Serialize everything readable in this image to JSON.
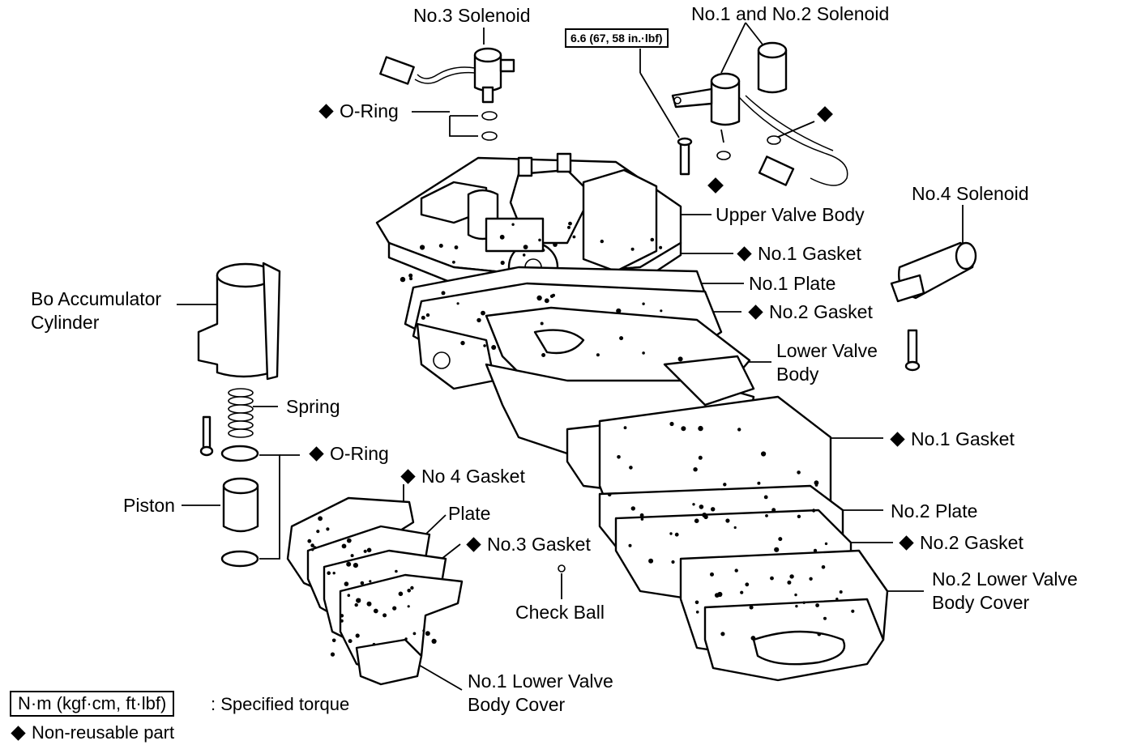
{
  "labels": {
    "no3_solenoid": "No.3 Solenoid",
    "no1_no2_solenoid": "No.1 and No.2 Solenoid",
    "torque_value": "6.6 (67, 58 in.·lbf)",
    "o_ring_top": "O-Ring",
    "upper_valve_body": "Upper Valve Body",
    "no4_solenoid": "No.4 Solenoid",
    "no1_gasket_upper": "No.1 Gasket",
    "no1_plate": "No.1 Plate",
    "no2_gasket_upper": "No.2 Gasket",
    "lower_valve_body_l1": "Lower Valve",
    "lower_valve_body_l2": "Body",
    "bo_accumulator_l1": "Bo Accumulator",
    "bo_accumulator_l2": "Cylinder",
    "spring": "Spring",
    "o_ring_lower": "O-Ring",
    "piston": "Piston",
    "no4_gasket": "No 4 Gasket",
    "plate": "Plate",
    "no3_gasket": "No.3 Gasket",
    "check_ball": "Check Ball",
    "no1_gasket_lower": "No.1 Gasket",
    "no2_plate": "No.2 Plate",
    "no2_gasket_lower": "No.2 Gasket",
    "no2_lower_cover_l1": "No.2 Lower Valve",
    "no2_lower_cover_l2": "Body Cover",
    "no1_lower_cover_l1": "No.1 Lower Valve",
    "no1_lower_cover_l2": "Body Cover"
  },
  "legend": {
    "torque_unit": "N·m (kgf·cm, ft·lbf)",
    "torque_desc": ": Specified torque",
    "non_reusable": "Non-reusable part"
  },
  "icons": {
    "non_reusable_marker": "black-diamond-icon"
  }
}
